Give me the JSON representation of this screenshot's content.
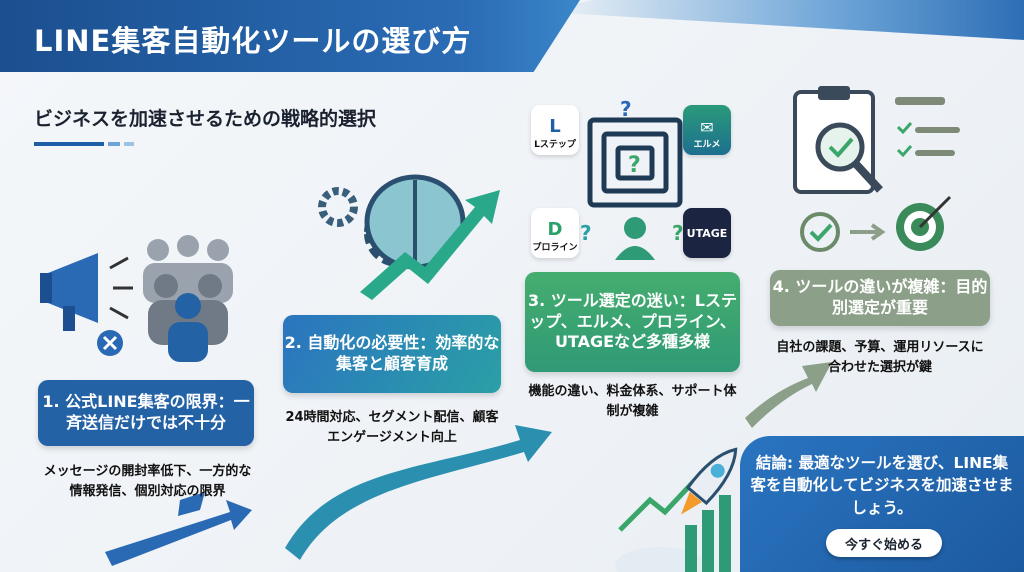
{
  "header": {
    "title": "LINE集客自動化ツールの選び方",
    "subtitle": "ビジネスを加速させるための戦略的選択"
  },
  "steps": [
    {
      "title": "1. 公式LINE集客の限界：一斉送信だけでは不十分",
      "desc": "メッセージの開封率低下、一方的な情報発信、個別対応の限界"
    },
    {
      "title": "2. 自動化の必要性：効率的な集客と顧客育成",
      "desc": "24時間対応、セグメント配信、顧客エンゲージメント向上"
    },
    {
      "title": "3. ツール選定の迷い：Lステップ、エルメ、プロライン、UTAGEなど多種多様",
      "desc": "機能の違い、料金体系、サポート体制が複雑"
    },
    {
      "title": "4. ツールの違いが複雑：目的別選定が重要",
      "desc": "自社の課題、予算、運用リソースに合わせた選択が鍵"
    }
  ],
  "tools": {
    "lstep": "Lステップ",
    "lme": "エルメ",
    "proline": "プロライン",
    "utage": "UTAGE"
  },
  "conclusion": {
    "text": "結論: 最適なツールを選び、LINE集客を自動化してビジネスを加速させましょう。",
    "cta": "今すぐ始める"
  },
  "colors": {
    "navy": "#1b4f8f",
    "blue": "#2462a6",
    "green": "#45ad6e",
    "gray_green": "#8c9f88"
  }
}
